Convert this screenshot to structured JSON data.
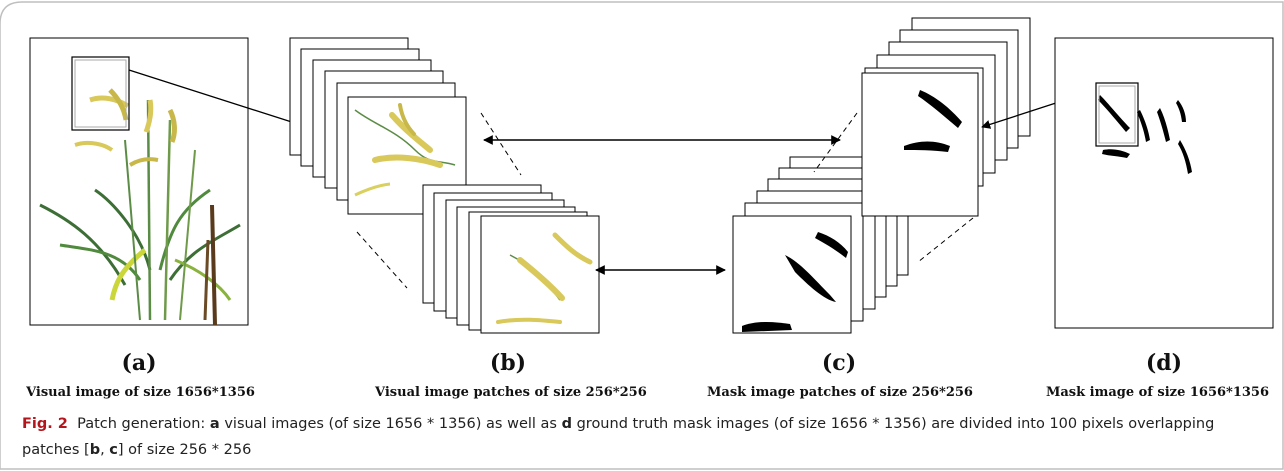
{
  "panels": {
    "a": {
      "letter": "(a)",
      "caption": "Visual image of size 1656*1356"
    },
    "b": {
      "letter": "(b)",
      "caption": "Visual image patches of size 256*256"
    },
    "c": {
      "letter": "(c)",
      "caption": "Mask image patches of size 256*256"
    },
    "d": {
      "letter": "(d)",
      "caption": "Mask image of size 1656*1356"
    }
  },
  "caption": {
    "fig_label": "Fig. 2",
    "t1": "Patch generation: ",
    "b_a": "a",
    "t2": " visual images (of size 1656 * 1356) as well as ",
    "b_d": "d",
    "t3": " ground truth mask images (of size 1656 * 1356) are divided into 100 pixels overlapping patches [",
    "b_b": "b",
    "t4": ", ",
    "b_c": "c",
    "t5": "] of size 256 * 256"
  },
  "colors": {
    "frame": "#bfbfbf",
    "fig_label": "#b3161c",
    "wheat_stem": "#3c6e35",
    "wheat_ear": "#d9c85a",
    "mask": "#000000"
  }
}
